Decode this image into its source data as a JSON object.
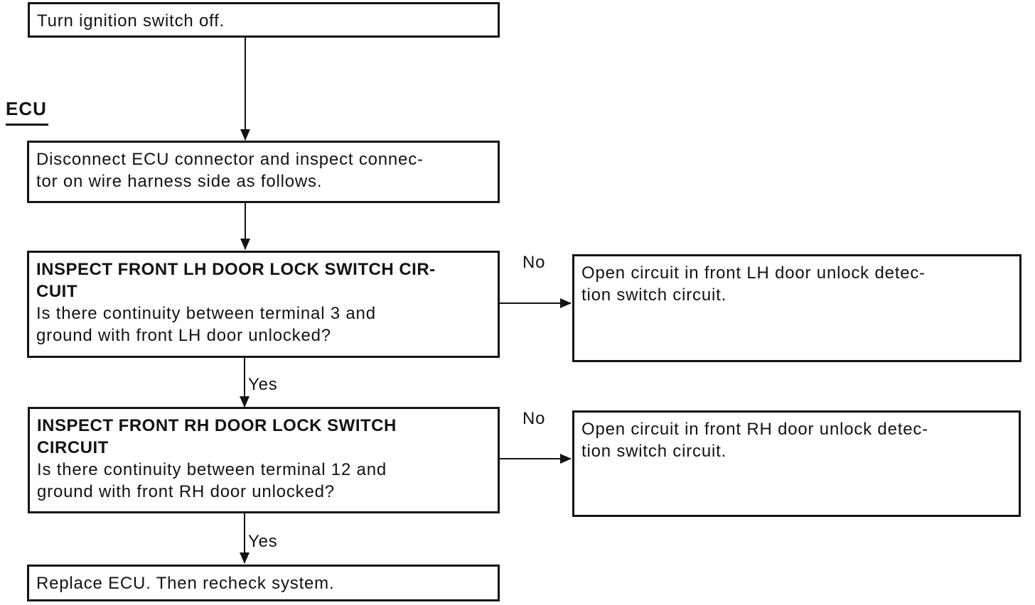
{
  "colors": {
    "ink": "#131313",
    "paper": "#ffffff"
  },
  "section_label": "ECU",
  "branch_labels": {
    "yes": "Yes",
    "no": "No"
  },
  "boxes": {
    "ignition": {
      "lines": [
        "Turn ignition switch off."
      ]
    },
    "disconnect": {
      "lines": [
        "Disconnect ECU connector and inspect connec-",
        "tor on wire harness side as follows."
      ]
    },
    "inspect_lh": {
      "title_lines": [
        "INSPECT FRONT LH DOOR LOCK SWITCH CIR-",
        "CUIT"
      ],
      "question_lines": [
        "Is there continuity between terminal 3 and",
        "ground with front LH door unlocked?"
      ]
    },
    "outcome_lh": {
      "lines": [
        "Open circuit in front LH door unlock detec-",
        "tion switch circuit."
      ]
    },
    "inspect_rh": {
      "title_lines": [
        "INSPECT FRONT RH DOOR LOCK SWITCH",
        "CIRCUIT"
      ],
      "question_lines": [
        "Is there continuity between terminal 12 and",
        "ground with front RH door unlocked?"
      ]
    },
    "outcome_rh": {
      "lines": [
        "Open circuit in front RH door unlock detec-",
        "tion switch circuit."
      ]
    },
    "replace": {
      "lines": [
        "Replace ECU. Then recheck system."
      ]
    }
  }
}
